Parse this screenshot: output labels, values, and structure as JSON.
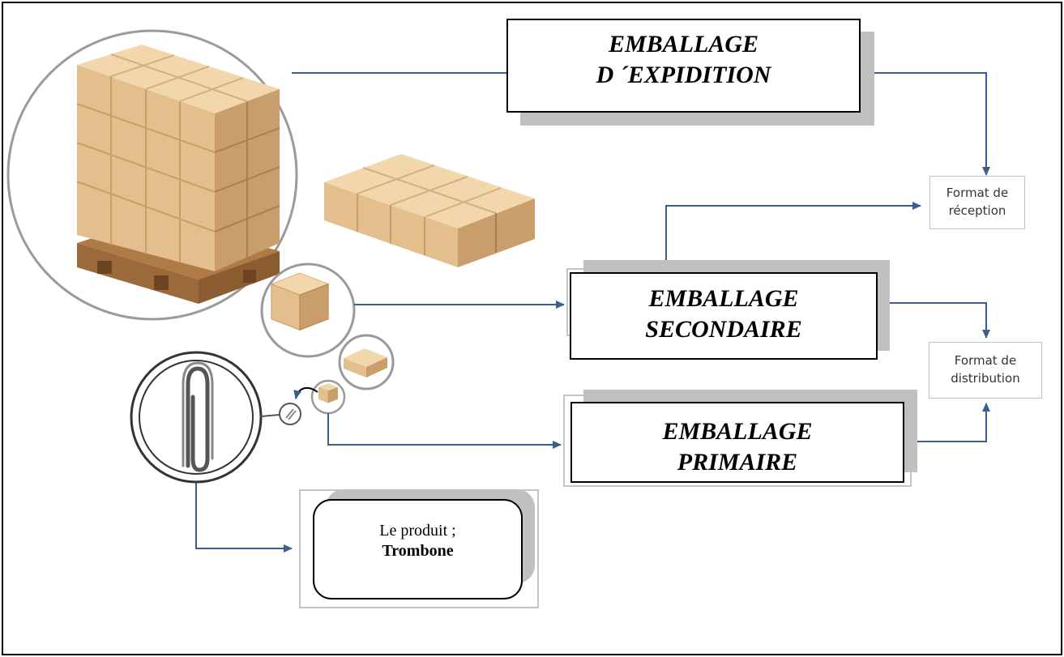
{
  "diagram": {
    "expedition": {
      "line1": "EMBALLAGE",
      "line2": "D ´EXPIDITION"
    },
    "secondaire": {
      "line1": "EMBALLAGE",
      "line2": "SECONDAIRE"
    },
    "primaire": {
      "line1": "EMBALLAGE",
      "line2": "PRIMAIRE"
    },
    "reception": {
      "line1": "Format de",
      "line2": "réception"
    },
    "distribution": {
      "line1": "Format de",
      "line2": "distribution"
    },
    "produit": {
      "line1": "Le produit ;",
      "line2": "Trombone"
    }
  },
  "colors": {
    "arrow": "#3b5f8c",
    "shadow": "#c0c0c0",
    "box_light": "#f2d7ac",
    "box_mid": "#e2bf8c",
    "box_dark": "#c99e6a",
    "pallet": "#b07a47"
  },
  "icons": [
    "pallet-of-boxes-image",
    "box-layer-image",
    "single-box-image",
    "small-box-image",
    "paperclip-image"
  ]
}
